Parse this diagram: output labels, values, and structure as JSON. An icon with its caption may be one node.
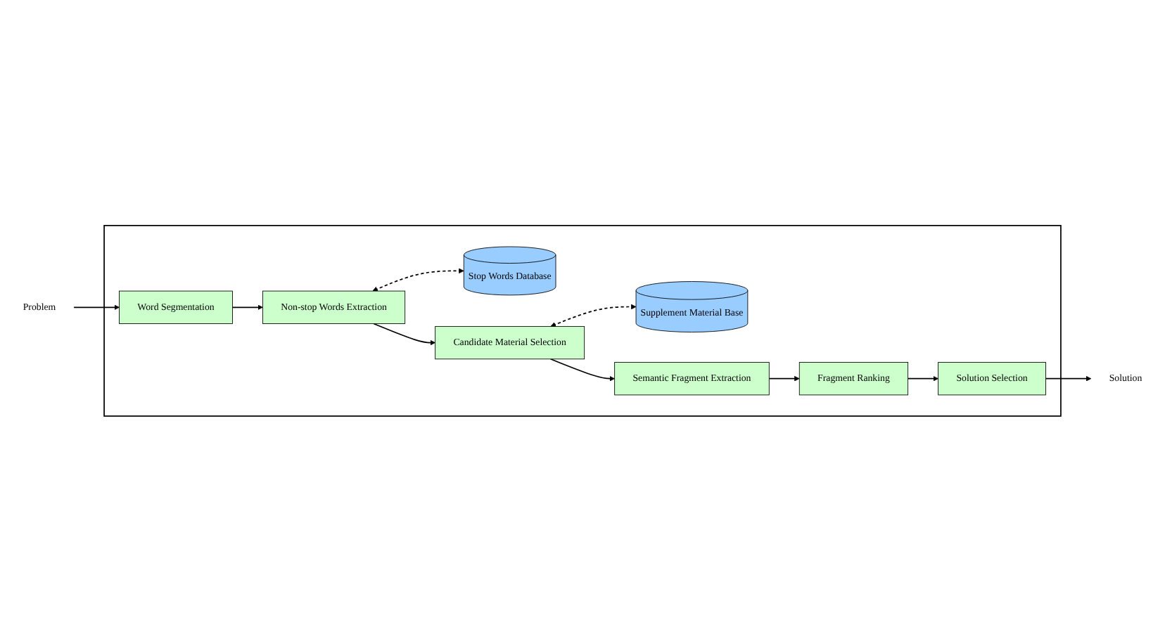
{
  "diagram": {
    "nodes": [
      {
        "text": [],
        "shape": "box"
      },
      {
        "text": [
          "Problem"
        ]
      },
      {
        "text": [
          "Stop Words Database"
        ],
        "in": 0
      },
      {
        "text": [
          "Supplement Material Base"
        ],
        "in": 0
      },
      {
        "text": [
          "Word Segmentation"
        ],
        "in": 0
      },
      {
        "text": [
          "Non-stop Words Extraction"
        ],
        "in": 0
      },
      {
        "text": [
          "Candidate Material Selection"
        ],
        "in": 0
      },
      {
        "text": [
          "Solution"
        ]
      },
      {
        "text": [
          "Solution Selection"
        ],
        "in": 0
      },
      {
        "text": [
          "Fragment Ranking"
        ],
        "in": 0
      },
      {
        "text": [
          "Semantic Fragment Extraction"
        ],
        "in": 0
      }
    ],
    "edges": [
      {
        "from": 1,
        "to": 4,
        "arrow": "to"
      },
      {
        "from": 4,
        "to": 5,
        "arrow": "to"
      },
      {
        "from": 5,
        "to": 2,
        "arrow": "both",
        "style": "dashed"
      },
      {
        "from": 5,
        "to": 6,
        "arrow": "to"
      },
      {
        "from": 6,
        "to": 3,
        "arrow": "both",
        "style": "dashed"
      },
      {
        "from": 6,
        "to": 10,
        "arrow": "to"
      },
      {
        "from": 10,
        "to": 9,
        "arrow": "to"
      },
      {
        "from": 9,
        "to": 8,
        "arrow": "to"
      },
      {
        "from": 8,
        "to": 7,
        "arrow": "to"
      }
    ]
  }
}
